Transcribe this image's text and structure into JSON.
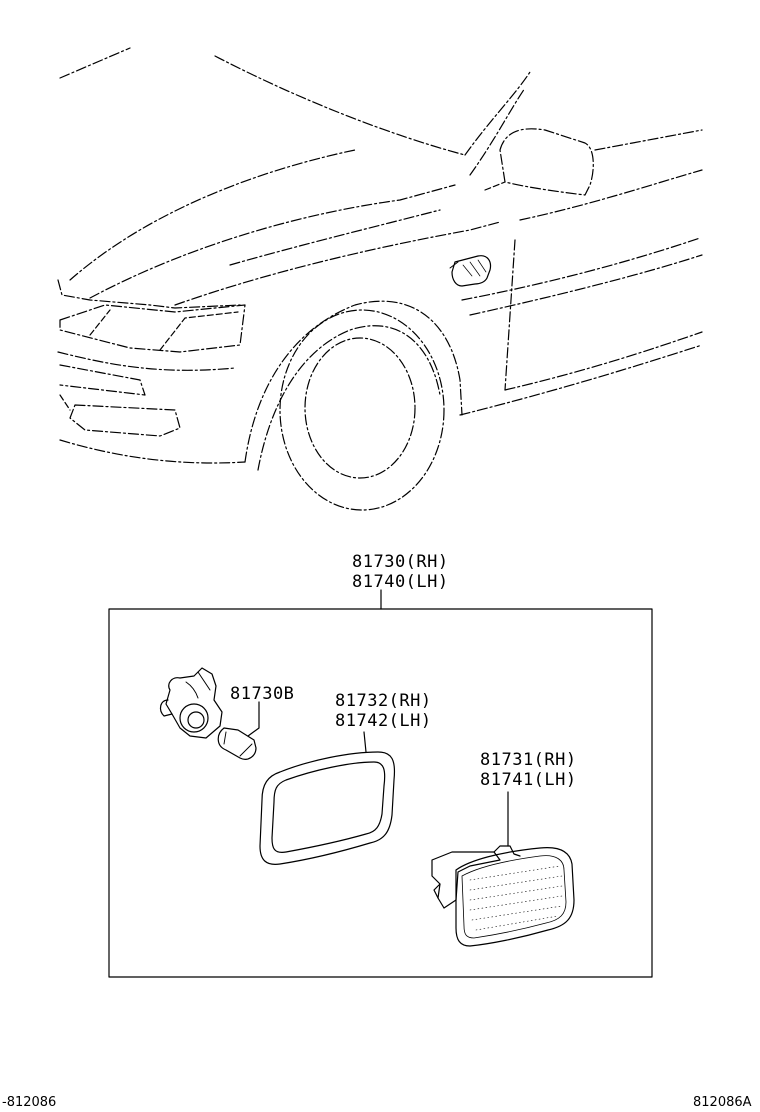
{
  "callouts": {
    "assembly_rh": "81730(RH)",
    "assembly_lh": "81740(LH)",
    "bulb": "81730B",
    "gasket_rh": "81732(RH)",
    "gasket_lh": "81742(LH)",
    "lens_rh": "81731(RH)",
    "lens_lh": "81741(LH)"
  },
  "footer": {
    "left_code": "-812086",
    "right_code": "812086A"
  },
  "colors": {
    "line": "#000000",
    "background": "#ffffff"
  }
}
